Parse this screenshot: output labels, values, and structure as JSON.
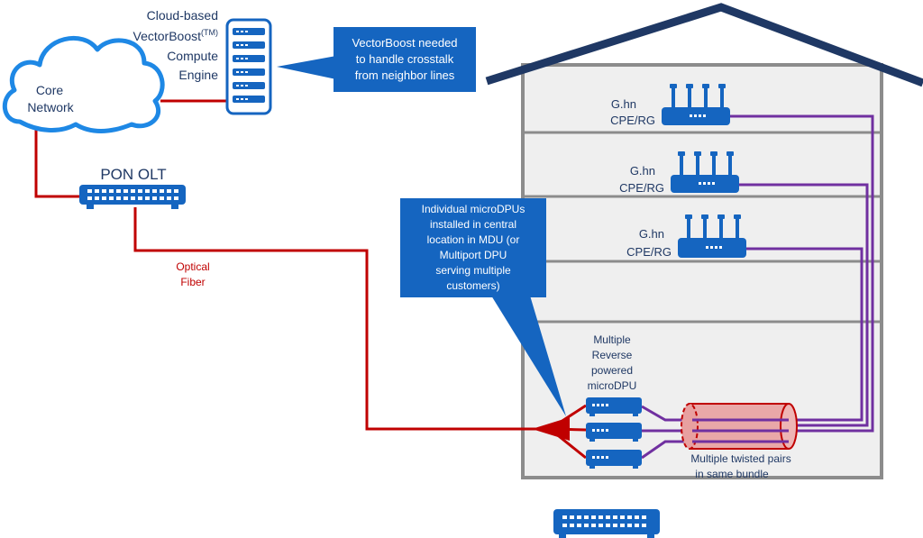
{
  "cloud": {
    "line1": "Core",
    "line2": "Network"
  },
  "engine": {
    "line1": "Cloud-based",
    "line2_main": "VectorBoost",
    "line2_sup": "(TM)",
    "line3": "Compute",
    "line4": "Engine"
  },
  "callout_top": {
    "line1": "VectorBoost needed",
    "line2": "to handle crosstalk",
    "line3": "from neighbor lines"
  },
  "olt": {
    "label": "PON OLT"
  },
  "fiber": {
    "line1": "Optical",
    "line2": "Fiber"
  },
  "callout_mid": {
    "line1": "Individual microDPUs",
    "line2": "installed in central",
    "line3": "location in MDU (or",
    "line4": "Multiport DPU",
    "line5": "serving multiple",
    "line6": "customers)"
  },
  "cpe": [
    {
      "line1": "G.hn",
      "line2": "CPE/RG"
    },
    {
      "line1": "G.hn",
      "line2": "CPE/RG"
    },
    {
      "line1": "G.hn",
      "line2": "CPE/RG"
    }
  ],
  "dpu_label": {
    "line1": "Multiple",
    "line2": "Reverse",
    "line3": "powered",
    "line4": "microDPU"
  },
  "bundle": {
    "line1": "Multiple twisted pairs",
    "line2": "in same bundle"
  },
  "colors": {
    "blue": "#1565c0",
    "navy": "#1f3864",
    "red": "#c00000",
    "purple": "#7030a0",
    "house_fill": "#efefef",
    "house_stroke": "#8c8c8c",
    "bundle_fill": "#e8a0a0"
  }
}
